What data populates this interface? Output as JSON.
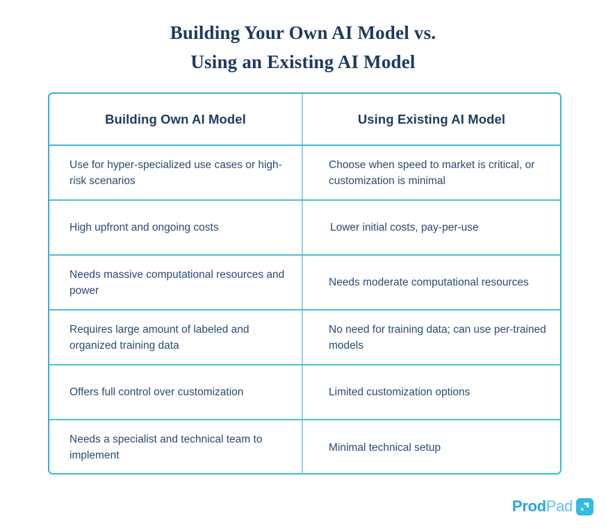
{
  "title": {
    "line1": "Building Your Own AI Model vs.",
    "line2": "Using an Existing AI Model"
  },
  "table": {
    "headers": [
      "Building Own AI Model",
      "Using Existing AI Model"
    ],
    "rows": [
      {
        "left": "Use for hyper-specialized use cases or high-risk scenarios",
        "right": "Choose when speed to market is critical, or customization is minimal"
      },
      {
        "left": "High upfront and ongoing costs",
        "right": "Lower initial costs, pay-per-use"
      },
      {
        "left": "Needs massive computational resources and power",
        "right": "Needs moderate computational resources"
      },
      {
        "left": "Requires large amount of labeled and organized training data",
        "right": "No need for training data; can use per-trained models"
      },
      {
        "left": "Offers full control over customization",
        "right": "Limited customization options"
      },
      {
        "left": "Needs a specialist and technical team to implement",
        "right": "Minimal technical setup"
      }
    ]
  },
  "logo": {
    "word_primary": "Prod",
    "word_secondary": "Pad",
    "mark": "arrow-up-right-icon"
  },
  "colors": {
    "title_navy": "#1d3a5f",
    "header_navy": "#1d3b5c",
    "body_navy": "#2a4a72",
    "border_blue": "#35aee0",
    "border_teal": "#2ec4c9",
    "divider_light_blue": "#8ed4ee",
    "divider_blue": "#3fb9d8",
    "logo_primary": "#2aa6de",
    "logo_secondary": "#5fc2e8",
    "background": "#ffffff"
  }
}
